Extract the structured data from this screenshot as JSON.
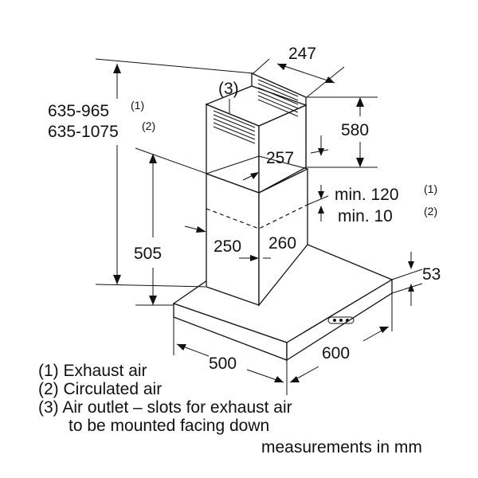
{
  "dimensions": {
    "chimney_depth": "247",
    "upper_duct_height": "580",
    "air_outlet_marker": "(3)",
    "total_height_range_1": "635-965",
    "total_height_range_1_note": "(1)",
    "total_height_range_2": "635-1075",
    "total_height_range_2_note": "(2)",
    "upper_duct_width": "257",
    "overlap_min_1": "min. 120",
    "overlap_min_1_note": "(1)",
    "overlap_min_2": "min. 10",
    "overlap_min_2_note": "(2)",
    "lower_duct_width": "250",
    "lower_duct_depth": "260",
    "lower_height": "505",
    "canopy_thickness": "53",
    "canopy_depth": "500",
    "canopy_width": "600"
  },
  "legend": {
    "item_1": "(1) Exhaust air",
    "item_2": "(2) Circulated air",
    "item_3": "(3) Air outlet – slots for exhaust air",
    "item_3_cont": "to be mounted facing down",
    "units": "measurements in mm"
  }
}
